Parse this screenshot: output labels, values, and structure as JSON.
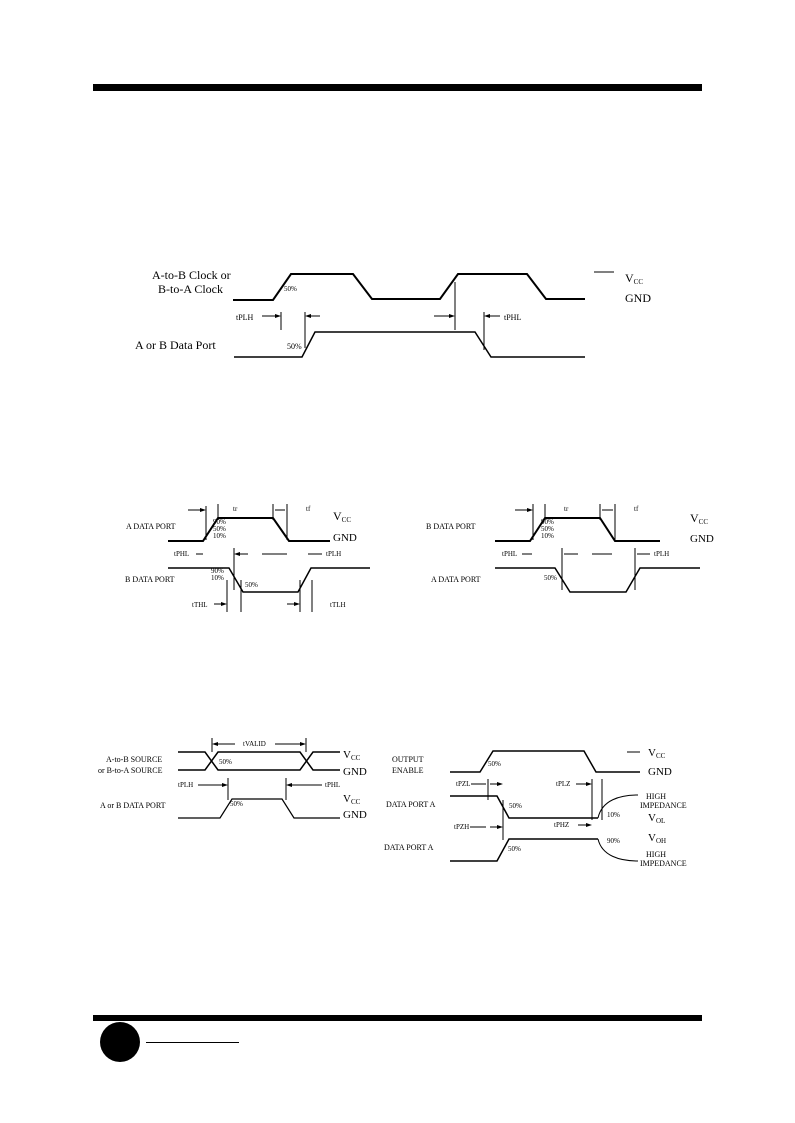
{
  "page": {
    "accent": "#000000"
  },
  "diagram1": {
    "clock_label_1": "A-to-B Clock or",
    "clock_label_2": "B-to-A Clock",
    "data_label": "A or B Data Port",
    "vcc_label": "V",
    "vcc_sub": "CC",
    "gnd_label": "GND",
    "clock_pct": "50%",
    "data_pct": "50%",
    "tplh": "tPLH",
    "tphl": "tPHL"
  },
  "diagram2": {
    "a_data_port": "A DATA PORT",
    "b_data_port": "B DATA PORT",
    "tr": "tr",
    "tf": "tf",
    "vcc": "V",
    "vcc_sub": "CC",
    "gnd": "GND",
    "pct90": "90%",
    "pct50": "50%",
    "pct10": "10%",
    "tphl": "tPHL",
    "tplh": "tPLH",
    "tthl": "tTHL",
    "ttlh": "tTLH"
  },
  "diagram3": {
    "b_data_port": "B DATA PORT",
    "a_data_port": "A DATA PORT",
    "tr": "tr",
    "tf": "tf",
    "vcc": "V",
    "vcc_sub": "CC",
    "gnd": "GND",
    "pct90": "90%",
    "pct50": "50%",
    "pct10": "10%",
    "tphl": "tPHL",
    "tplh": "tPLH"
  },
  "diagram4": {
    "source_1": "A-to-B SOURCE",
    "source_2": "or B-to-A SOURCE",
    "data_port": "A or B DATA PORT",
    "valid": "tVALID",
    "vcc": "V",
    "vcc_sub": "CC",
    "gnd": "GND",
    "pct50": "50%",
    "tplh": "tPLH",
    "tphl": "tPHL"
  },
  "diagram5": {
    "enable_1": "OUTPUT",
    "enable_2": "ENABLE",
    "port_a_1": "DATA PORT A",
    "port_a_2": "DATA PORT A",
    "vcc": "V",
    "vcc_sub": "CC",
    "gnd": "GND",
    "vol": "V",
    "vol_sub": "OL",
    "voh": "V",
    "voh_sub": "OH",
    "hi1": "HIGH",
    "hi2": "IMPEDANCE",
    "pct50": "50%",
    "pct10": "10%",
    "pct90": "90%",
    "tpzl": "tPZL",
    "tplz": "tPLZ",
    "tpzh": "tPZH",
    "tphz": "tPHZ"
  }
}
